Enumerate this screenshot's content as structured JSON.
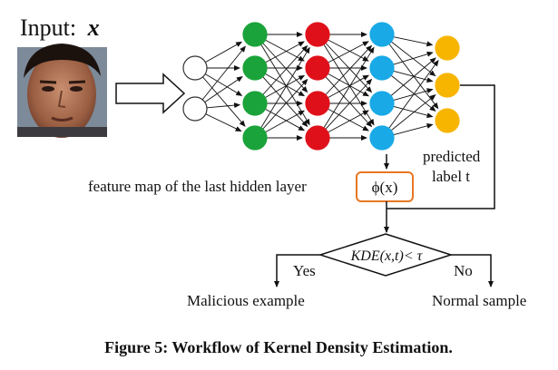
{
  "input": {
    "label": "Input:",
    "symbol": "x",
    "photo": "face-photo"
  },
  "network": {
    "layers": [
      {
        "nodes": 2,
        "color": "#ffffff",
        "stroke": "#333333"
      },
      {
        "nodes": 4,
        "color": "#1aa33a",
        "stroke": "#1aa33a"
      },
      {
        "nodes": 4,
        "color": "#e0101a",
        "stroke": "#e0101a"
      },
      {
        "nodes": 4,
        "color": "#19a9e6",
        "stroke": "#19a9e6"
      },
      {
        "nodes": 3,
        "color": "#f7b500",
        "stroke": "#f7b500"
      }
    ]
  },
  "feature_label": "feature map of the last hidden layer",
  "phi_box": "ϕ(x)",
  "phi_box_color": "#e87722",
  "predicted_label": [
    "predicted",
    "label t"
  ],
  "decision": {
    "condition": "KDE(x,t)< τ",
    "yes": "Yes",
    "no": "No"
  },
  "outcomes": {
    "left": "Malicious example",
    "right": "Normal sample"
  },
  "caption": "Figure 5: Workflow of Kernel Density Estimation."
}
